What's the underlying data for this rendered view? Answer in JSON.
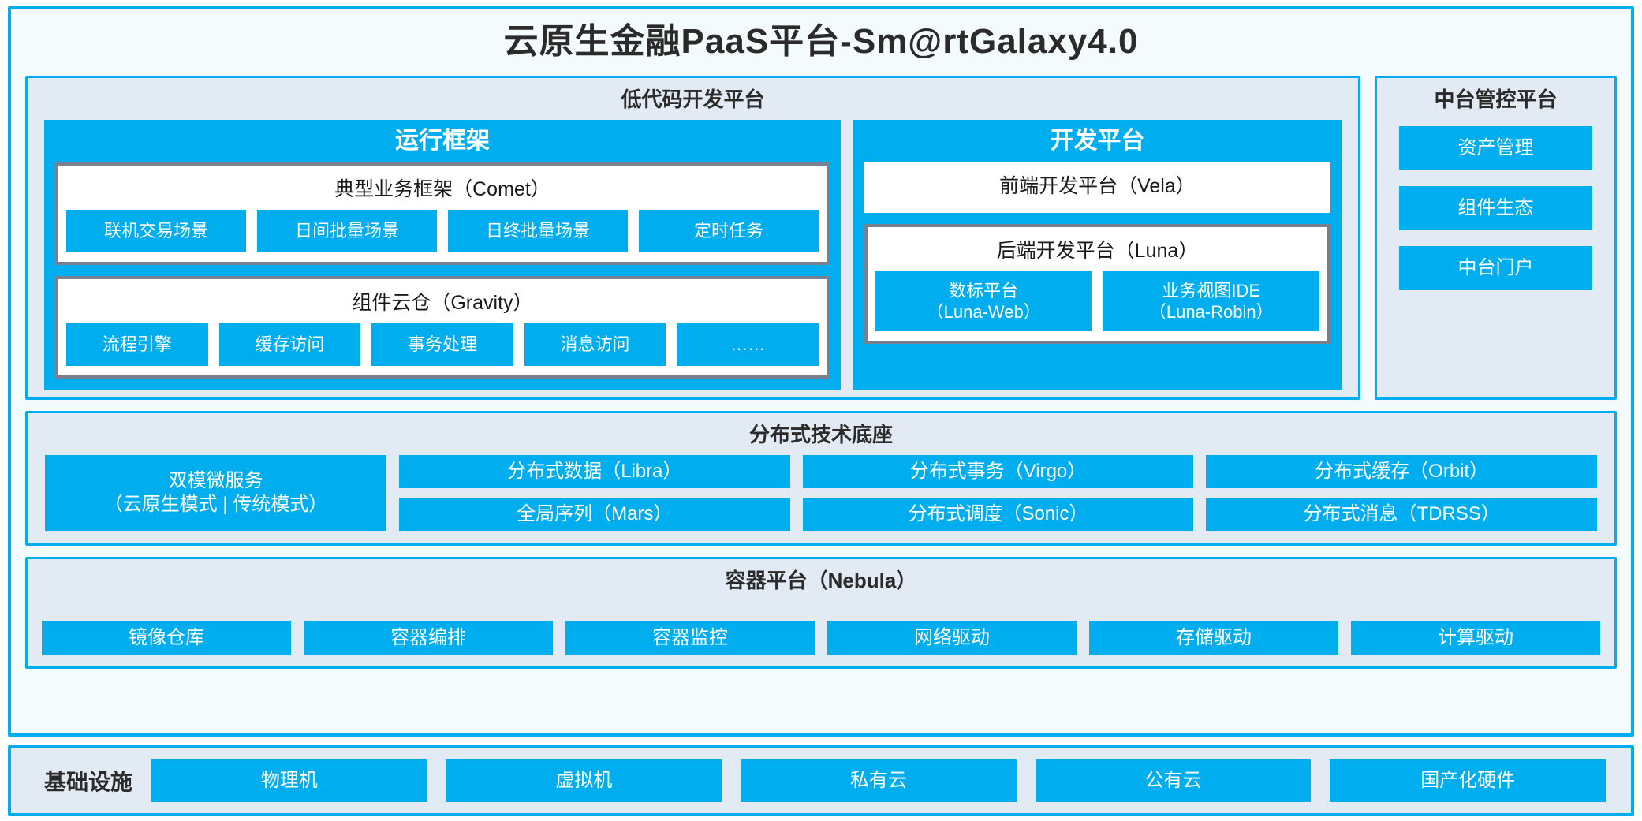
{
  "title": "云原生金融PaaS平台-Sm@rtGalaxy4.0",
  "colors": {
    "accent_blue": "#00AEEF",
    "panel_bg": "#E2EBF4",
    "shell_bg": "#F3FBFD",
    "card_border_gray": "#78808F",
    "text_dark": "#2B2B2B"
  },
  "lowcode": {
    "title": "低代码开发平台",
    "runtime": {
      "title": "运行框架",
      "comet": {
        "title": "典型业务框架（Comet）",
        "items": [
          "联机交易场景",
          "日间批量场景",
          "日终批量场景",
          "定时任务"
        ]
      },
      "gravity": {
        "title": "组件云仓（Gravity）",
        "items": [
          "流程引擎",
          "缓存访问",
          "事务处理",
          "消息访问",
          "……"
        ]
      }
    },
    "devplatform": {
      "title": "开发平台",
      "frontend": {
        "title": "前端开发平台（Vela）"
      },
      "backend": {
        "title": "后端开发平台（Luna）",
        "items": [
          "数标平台\n（Luna-Web）",
          "业务视图IDE\n（Luna-Robin）"
        ]
      }
    }
  },
  "control": {
    "title": "中台管控平台",
    "items": [
      "资产管理",
      "组件生态",
      "中台门户"
    ]
  },
  "foundation": {
    "title": "分布式技术底座",
    "microservice": "双模微服务\n（云原生模式 | 传统模式）",
    "columns": [
      [
        "分布式数据（Libra）",
        "全局序列（Mars）"
      ],
      [
        "分布式事务（Virgo）",
        "分布式调度（Sonic）"
      ],
      [
        "分布式缓存（Orbit）",
        "分布式消息（TDRSS）"
      ]
    ]
  },
  "container": {
    "title": "容器平台（Nebula）",
    "items": [
      "镜像仓库",
      "容器编排",
      "容器监控",
      "网络驱动",
      "存储驱动",
      "计算驱动"
    ]
  },
  "infrastructure": {
    "label": "基础设施",
    "items": [
      "物理机",
      "虚拟机",
      "私有云",
      "公有云",
      "国产化硬件"
    ]
  }
}
